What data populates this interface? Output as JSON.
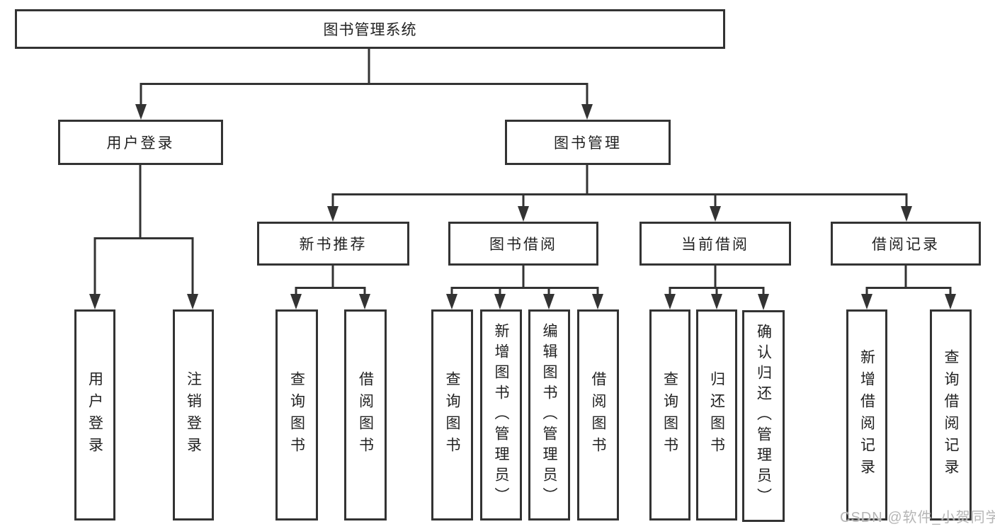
{
  "diagram_title": "图书管理系统",
  "tree": {
    "label": "图书管理系统",
    "children": [
      {
        "label": "用户登录",
        "children": [
          {
            "label": "用户登录"
          },
          {
            "label": "注销登录"
          }
        ]
      },
      {
        "label": "图书管理",
        "children": [
          {
            "label": "新书推荐",
            "children": [
              {
                "label": "查询图书"
              },
              {
                "label": "借阅图书"
              }
            ]
          },
          {
            "label": "图书借阅",
            "children": [
              {
                "label": "查询图书"
              },
              {
                "label": "新增图书（管理员）"
              },
              {
                "label": "编辑图书（管理员）"
              },
              {
                "label": "借阅图书"
              }
            ]
          },
          {
            "label": "当前借阅",
            "children": [
              {
                "label": "查询图书"
              },
              {
                "label": "归还图书"
              },
              {
                "label": "确认归还（管理员）"
              }
            ]
          },
          {
            "label": "借阅记录",
            "children": [
              {
                "label": "新增借阅记录"
              },
              {
                "label": "查询借阅记录"
              }
            ]
          }
        ]
      }
    ]
  },
  "watermark": {
    "text": "CSDN @软件_小贺同学"
  },
  "colors": {
    "line": "#333333",
    "text": "#222222",
    "watermark": "#b5b5b5",
    "background": "#ffffff"
  }
}
